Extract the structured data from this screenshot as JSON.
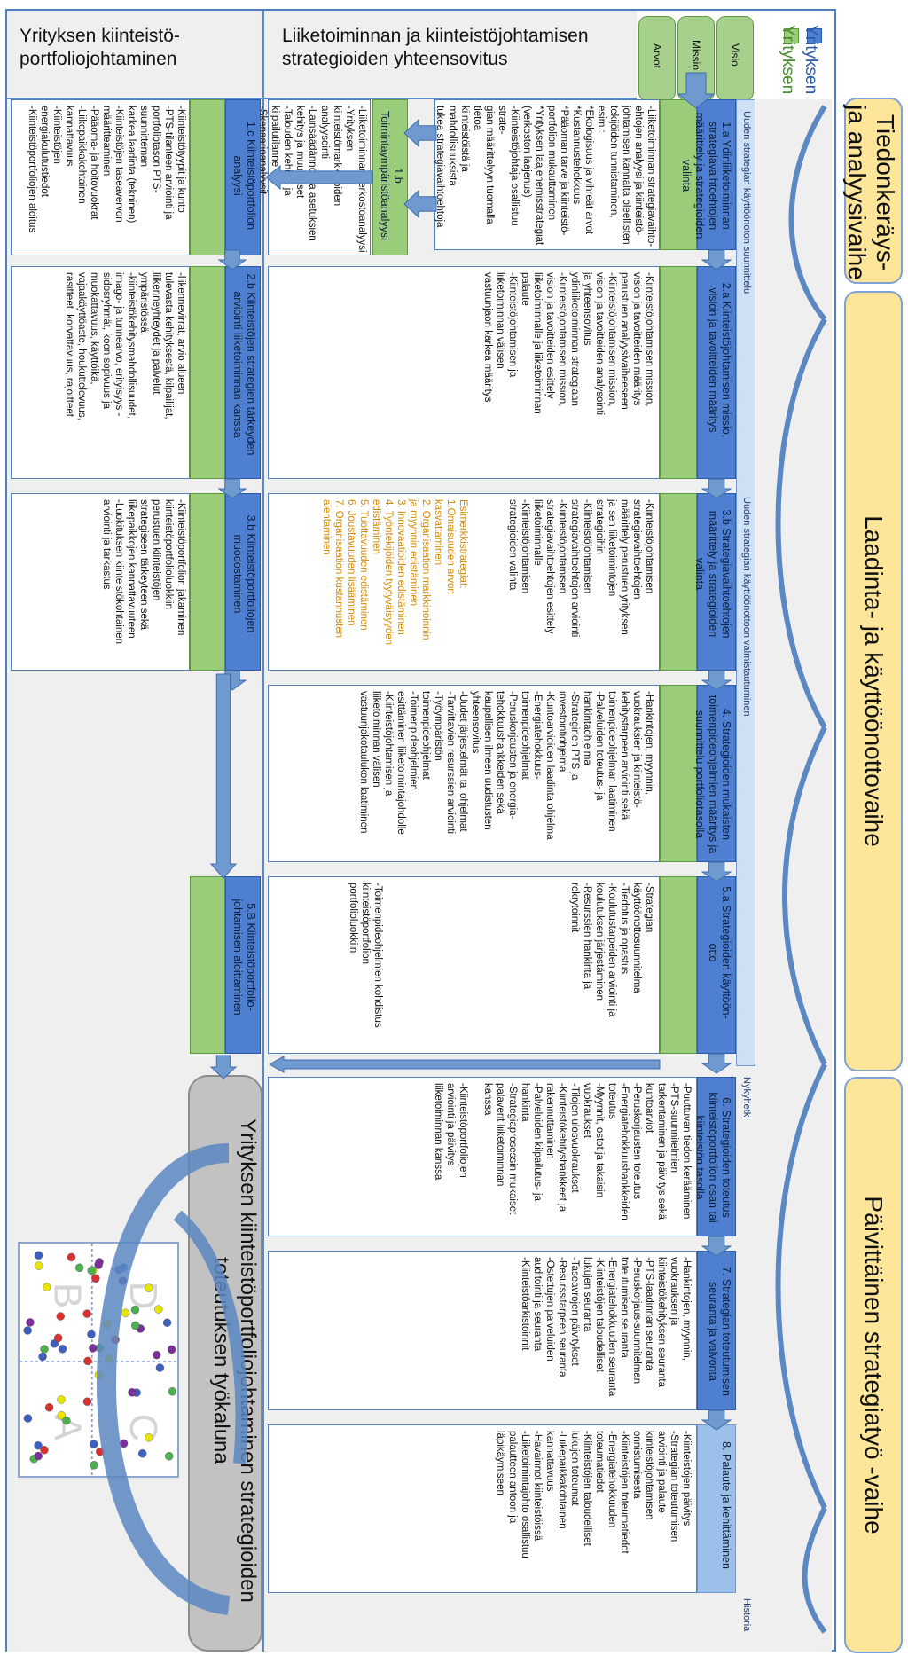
{
  "phases": {
    "p1": "Tiedonkeräys- ja analyysivaihe",
    "p2": "Laadinta- ja käyttöönottovaihe",
    "p3": "Päivittäinen strategiatyö -vaihe"
  },
  "legend": {
    "company": "Yrityksen kiinteistöjohtaminen",
    "business": "Yrityksen liiketoimintajohtaminen",
    "company_color": "#4f7fd1",
    "business_color": "#9bcc7a"
  },
  "vmv": {
    "visio": "Visio",
    "missio": "Missio",
    "arvot": "Arvot"
  },
  "headers": {
    "left": "Yrityksen kiinteistö-\nportfoliojohtaminen",
    "right": "Liiketoiminnan ja kiinteistöjohtamisen\nstrategioiden yhteensovitus"
  },
  "timeline": {
    "top1": "Uuden strategian käyttöönoton suunnittelu",
    "top2": "Uuden strategian  käyttöönottoon valmistautuminen",
    "nykyhetki": "Nykyhetki",
    "historia": "Historia"
  },
  "steps": {
    "s1a": "1.a Ydinliiketoiminnan strategiavaihtoehtojen määrittely ja strategioiden valinta",
    "s1b": "1.b Toimintaympäristöanalyysi",
    "s1c": "1.c Kiinteistöportfolion analyysi",
    "s2a": "2.a Kiinteistöjohtamisen missio, vision ja tavoitteiden määritys",
    "s2b": "2.b Kiinteistöjen strategien tärkeyden arviointi liiketoiminnan kanssa",
    "s3a": "3.b Strategiavaihtoehtojen määrittely ja strategioiden valinta",
    "s3b": "3.b Kiinteistöportfoliojen muodostaminen",
    "s4": "4. Strategioiden mukaisten toimenpideohjelmien määritys ja suunnittelu portfoliotasolla",
    "s5a": "5.a Strategioiden käyttöön-otto",
    "s5b": "5.B Kiinteistöportfolio-johtamisen aloittaminen",
    "s6": "6. Strategioiden toteutus kiinteistöportfolion osan tai kiinteistön tasolla",
    "s7": "7. Strategian toteutumisen seuranta ja valvonta",
    "s8": "8. Palaute ja kehittäminen"
  },
  "texts": {
    "t1a": "-Liiketoiminnan strategiavaihto-\nehtojen analyysi ja kiinteistö-\njohtamisen kannalta oleellisten\ntekijöiden tunnistaminen, esim.:\n*Ekologisuus ja vihreät arvot\n*Kustannustehokkuus\n*Pääoman tarve ja kiinteistö-\nportfolion mukauttaminen\n*Yrityksen laajenemisstrategiat\n(verkoston laajenus)\n-Kiinteistöjohtaja osallistuu strate-\ngian määrittelyyn tuomalla tietoa\nkiinteistöistä ja mahdollisuuksista\ntukea strategiavaihtoehtoja",
    "t1b": "-Liiketoiminnan verkostoanalyysi\n-Yrityksen kiinteistömarkkinoiden analyysointi\n-Lainsäädännön ja asetuksien\nkehitys ja muutokset\n-Talouden kehitys ja kilpailutilanne\n-Skenaarioanalyysit",
    "t1c": "-Kiinteistötyypit ja kunto\n-PTS-tilanteen arviointi ja\nportfoliotason PTS-suunnitteman\nkarkea laadinta (tekninen)\n-Kiinteistöjen taseavervon\nmääritteaminen\n-Pääoma- ja hoitovuokrat\n-Liikepaikkakohtainen\nkannattavuus\n-Kiinteistöjen energiakulutustiedot\n-Kiinteistöportfoliojen aloitus",
    "t2a": "-Kiinteistöjohtamisen mission,\nvision ja tavoitteiden määritys\nperustuen analyysivaiheeseen\n-Kiinteistöjohtamisen mission,\nvision ja tavoitteiden analysointi\nja yhteensovitus\nydinliiketoiminnan strategiaan\n-Kiinteistöjohtamisen mission,\nvision ja tavoitteiden esittely\nliiketoiminnalle ja liiketoiminnan\npalaute\n-Kiinteistöjohtamisen ja\nliiketoiminnan välisen\nvastuunjaon karkea määritys",
    "t2b": "-liikennevirrat, arvio alueen\ntulevasta kehityksestä, kilpailijat,\nliikenneyhteydet ja palvelut\nympäristössä,\n-kiinteistökehitysmahdollisuudet,\nimago- ja tunnearvo, erityisyys -\nsidosryhmät, koon sopivuus ja\nmuokattavuus, käyttöikä,\nvajaakäyttöaste, houkuttelevuus,\nrasitteet, korvattavuus, rajoitteet",
    "t3a": "-Kiinteistöjohtamisen\nstrategiavaihtoehtojen\nmäärittely perustuen yrityksen\nja sen liiketoimintojen\nstrategioihin\n-Kiinteistöjohtamisen\nstrategiavaihtoehtojen arviointi\n-Kiinteistöjohtamisen\nstrategiavaihtoehtojen esittely\nliiketoiminnalle\n-Kiinteistöjohtamisen\nstrategioiden valinta",
    "t3a_orange": "Esimerkkistrategiat:\n1.Omaisuuden arvon\nkasvattaminen\n2. Organisaation markkinoinnin\nja myynnin edistäminen\n3. Innovaatioiden edistäminen\n4. Työntekijöiden tyytyväisyyden\nedistäminen\n5. Tuottavuuden edistäminen\n6. Joustavuuden lisääminen\n7. Organisaation kustannusten\nalentaminen",
    "t3b": "-Kiinteistöportfolion jakaminen\nkiinteistöportfolioluokkiin\nperustuen kiinteistöjen\nstrategiseen tärkeyteen sekä\nliikepaikkojen kannattavuuteen\n-Luokituksen kiinteistökohtainen\narviointi ja tarkastus",
    "t4": "-Hankintojen, myynnin,\nvuokrauksien ja kiinteistö-\nkehitystarpeen arviointi sekä\ntoimenpideohjelman laatiminen\n-Palveluiden toteutus- ja\nhankintaohjelma\n-Strateginen PTS ja\ninvestointiohjelma\n-Kuntoarvioiden laadinta ohjelma\n-Energiatehokkuus-\ntoimenpideohjelmat\n-Peruskorjausten ja energia-\ntehokkuushankkeiden sekä\nkaupallisen ilmeen uudistusten\nyhteensovitus\n-Uudet järjestelmät tai ohjelmat\n-Tarvittavien resurssien arviointi\n-Työympäristön\ntoimenpideohjelmat\n-Toimenpideohjelmien\nesittäminen liiketoimintajohdolle\n-Kiinteistöjohtamisen ja\nliiketoiminnan välisen\nvastuunjakotaulukon laatiminen",
    "t5a": "-Strategian\nkäyttöönottosuunnitelma\n-Tiedotus ja opastus\n-Koulutustarpeiden arviointi ja\nkoulutuksen järjestäminen\n-Resurssien hankinta ja\nrekrytoinnit",
    "t5b": "-Toimenpideohjelmien kohdistus\nkiinteistöportfolion\nportfolioluokkiin",
    "t6": "-Puuttuvan tiedon kerääminen\n-PTS-suunnitelmien\ntarkentaminen ja päivitys sekä\nkuntoarviot\n-Peruskorjausten toteutus\n-Energiatehokkuushankkeiden\ntoteutus\n-Myynnit, ostot ja takaisin\nvuokraukset\n-Tilojen ulosvuokraukset\n-Kiinteistökehityshankkeet ja\nrakennuttaminen\n-Palveluiden kilpailutus- ja\nhankinta\n-Strategiaprosessin mukaiset\npalaverit liiketoiminnan\nkanssa\n\n-Kiinteistöportfoliojen\narviointi ja päivitys\nliiketoiminnan kanssa",
    "t7": "-Hankintojen, myynnin,\nvuokrauksen ja\nkiinteistökehityksen seuranta\n-PTS-laadinnan seuranta\n-Peruskorjaus-suunnitelman\ntoteutumisen seuranta\n-Energiatehokkuuden seuranta\n-Kiinteistöjen taloudelliset\nlukujen seuranta\n-Taseavrojen päivitykset\n-Resurssitarpeen seuranta\n-Ostettujen palveluiden\nauditointi ja seuranta\n-Kiinteistöarkistoinnit",
    "t8": "-Kiinteistöjen päivitys\n-Strategian toteutumisen\narviointi ja palaute\nkiinteistöjohtamisen\nonnistumisesta\n-Kiinteistöjen toteumatiedot\n-Energiatehokkuuden\ntoteumatiedot\n-Kiinteistöjen taloudelliset\nlukujen toteumat\n-Liikepaikkakohtainen\nkannattavuus\n-Havainnot kiinteistöissä\n-Liiketoimintajohto osallistuu\npalautteen antoon ja\nläpikäymiseen"
  },
  "tool_title": "Yrityksen kiinteistöportfoliojohtaminen strategioiden\ntoteutuksen työkaluna",
  "matrix": {
    "quadrants": [
      "A",
      "B",
      "C",
      "D"
    ],
    "dot_colors": [
      "#e8e600",
      "#7a2f9a",
      "#3f5fbf",
      "#d93030",
      "#4caf50"
    ]
  }
}
